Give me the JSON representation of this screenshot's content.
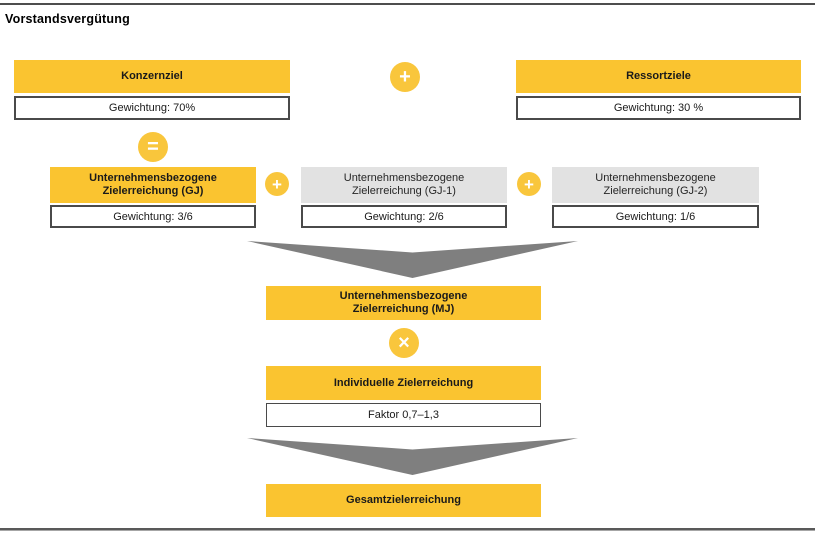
{
  "page": {
    "title": "Vorstandsvergütung"
  },
  "colors": {
    "accent_yellow": "#FAC430",
    "light_gray": "#E2E2E2",
    "arrow_gray": "#7F7F7F",
    "box_border": "#4A4A4A"
  },
  "operators": {
    "plus": "+",
    "equals": "=",
    "multiply": "×"
  },
  "top_row": {
    "konzernziel": {
      "title": "Konzernziel",
      "weight": "Gewichtung: 70%"
    },
    "ressortziele": {
      "title": "Ressortziele",
      "weight": "Gewichtung: 30 %"
    }
  },
  "year_row": {
    "gj": {
      "title": "Unternehmensbezogene Zielerreichung (GJ)",
      "weight": "Gewichtung: 3/6"
    },
    "gj1": {
      "title": "Unternehmensbezogene Zielerreichung (GJ-1)",
      "weight": "Gewichtung: 2/6"
    },
    "gj2": {
      "title": "Unternehmensbezogene Zielerreichung (GJ-2)",
      "weight": "Gewichtung: 1/6"
    }
  },
  "mj_box": {
    "title": "Unternehmensbezogene Zielerreichung (MJ)"
  },
  "individual_box": {
    "title": "Individuelle Zielerreichung",
    "factor": "Faktor 0,7–1,3"
  },
  "total_box": {
    "title": "Gesamtzielerreichung"
  }
}
